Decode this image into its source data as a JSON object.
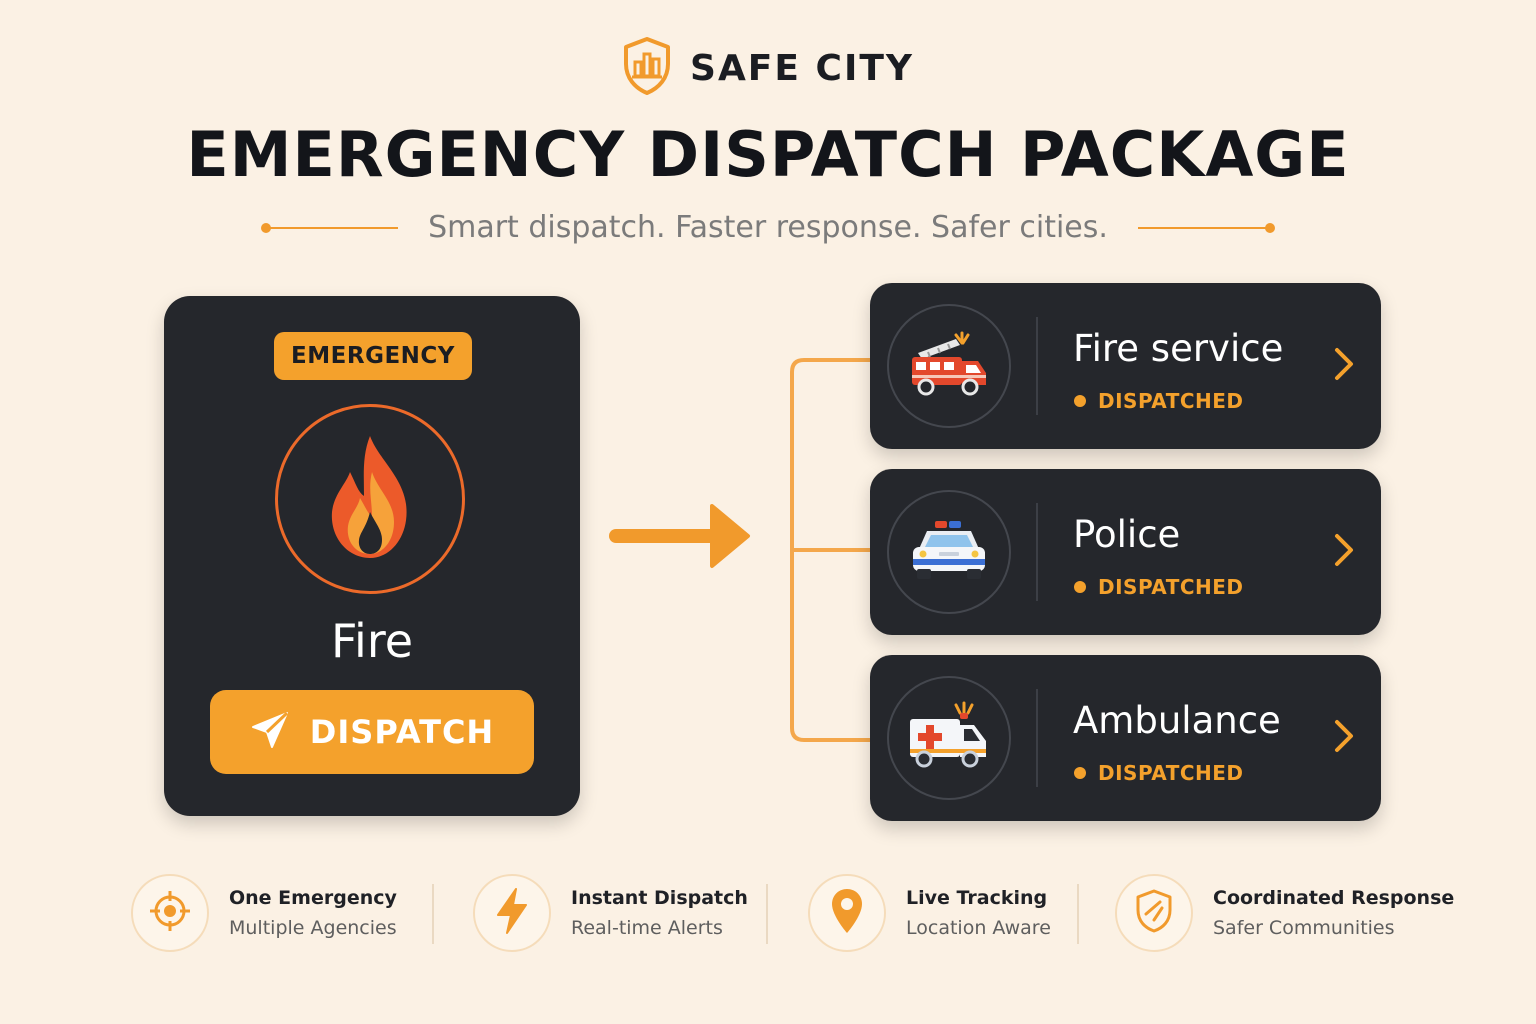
{
  "brand": {
    "name": "SAFE CITY"
  },
  "title": "EMERGENCY DISPATCH PACKAGE",
  "tagline": "Smart dispatch. Faster response. Safer cities.",
  "emergency": {
    "badge": "EMERGENCY",
    "type": "Fire",
    "icon": "flame-icon",
    "dispatch_label": "DISPATCH"
  },
  "agencies": [
    {
      "name": "Fire service",
      "status": "DISPATCHED",
      "icon": "fire-truck-icon"
    },
    {
      "name": "Police",
      "status": "DISPATCHED",
      "icon": "police-car-icon"
    },
    {
      "name": "Ambulance",
      "status": "DISPATCHED",
      "icon": "ambulance-icon"
    }
  ],
  "features": [
    {
      "title": "One Emergency",
      "subtitle": "Multiple Agencies",
      "icon": "target-icon"
    },
    {
      "title": "Instant Dispatch",
      "subtitle": "Real-time Alerts",
      "icon": "lightning-icon"
    },
    {
      "title": "Live Tracking",
      "subtitle": "Location Aware",
      "icon": "location-pin-icon"
    },
    {
      "title": "Coordinated Response",
      "subtitle": "Safer Communities",
      "icon": "shield-check-icon"
    }
  ],
  "colors": {
    "accent": "#f4a12c",
    "card": "#25272c",
    "background": "#fbf1e4",
    "fire": "#ec6a2a"
  }
}
